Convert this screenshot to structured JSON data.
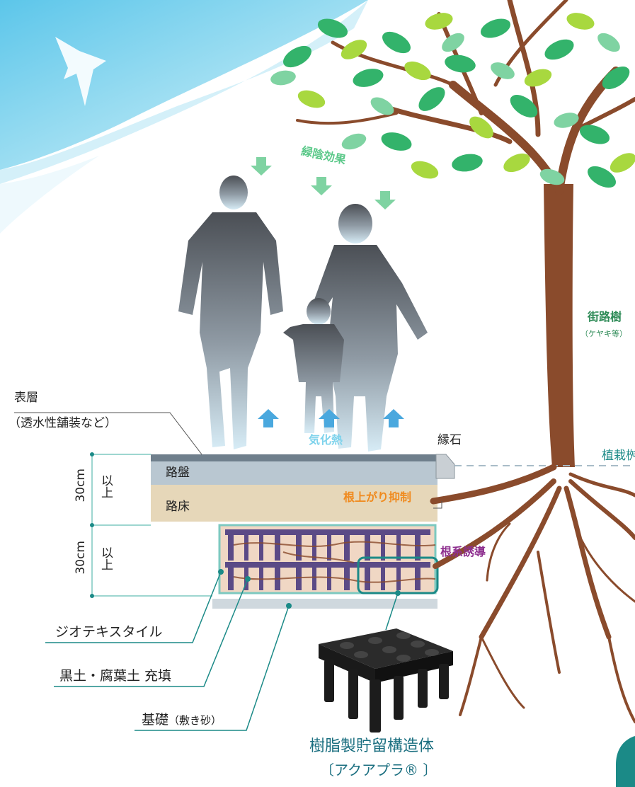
{
  "labels": {
    "shade_effect": "緑陰効果",
    "street_tree": "街路樹",
    "street_tree_note": "（ケヤキ等）",
    "surface_layer": "表層",
    "surface_note": "（透水性舗装など）",
    "evaporation_heat": "気化熱",
    "curb_stone": "縁石",
    "planting_boundary": "植栽桝",
    "road_base": "路盤",
    "subgrade": "路床",
    "root_lift_suppression": "根上がり抑制",
    "root_guidance": "根系誘導",
    "depth_upper": "30cm",
    "depth_upper_unit": "以上",
    "depth_lower": "30cm",
    "depth_lower_unit": "以上",
    "geotextile": "ジオテキスタイル",
    "fill_soil": "黒土・腐葉土 充填",
    "foundation": "基礎",
    "foundation_note": "（敷き砂）",
    "product_name": "樹脂製貯留構造体",
    "product_brand": "〔アクアプラ® 〕"
  },
  "colors": {
    "leaf_green": "#33b36b",
    "tree_green_text": "#2e8b57",
    "sky_blue": "#7fd3ec",
    "arrow_blue": "#4aa8de",
    "trunk_brown": "#8a4b2c",
    "orange_text": "#f08a1e",
    "purple_text": "#8e2f8f",
    "teal_line": "#1b8a87"
  }
}
